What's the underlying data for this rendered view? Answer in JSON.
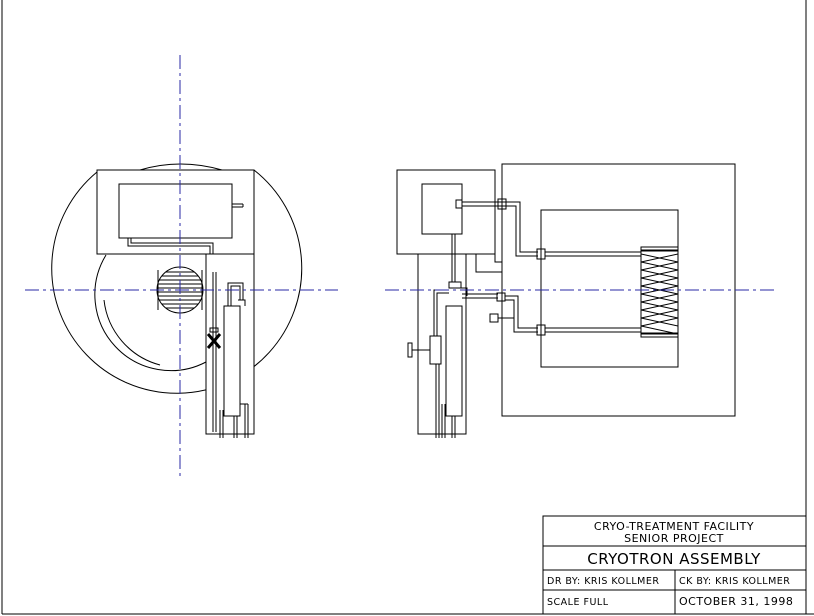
{
  "title_block": {
    "facility_line1": "CRYO-TREATMENT FACILITY",
    "facility_line2": "SENIOR PROJECT",
    "drawing_title": "CRYOTRON ASSEMBLY",
    "drawn_by": "DR BY: KRIS KOLLMER",
    "checked_by": "CK BY: KRIS KOLLMER",
    "scale": "SCALE FULL",
    "date": "OCTOBER 31, 1998"
  },
  "colors": {
    "line": "#000000",
    "centerline": "#2a2aa6",
    "background": "#ffffff"
  }
}
